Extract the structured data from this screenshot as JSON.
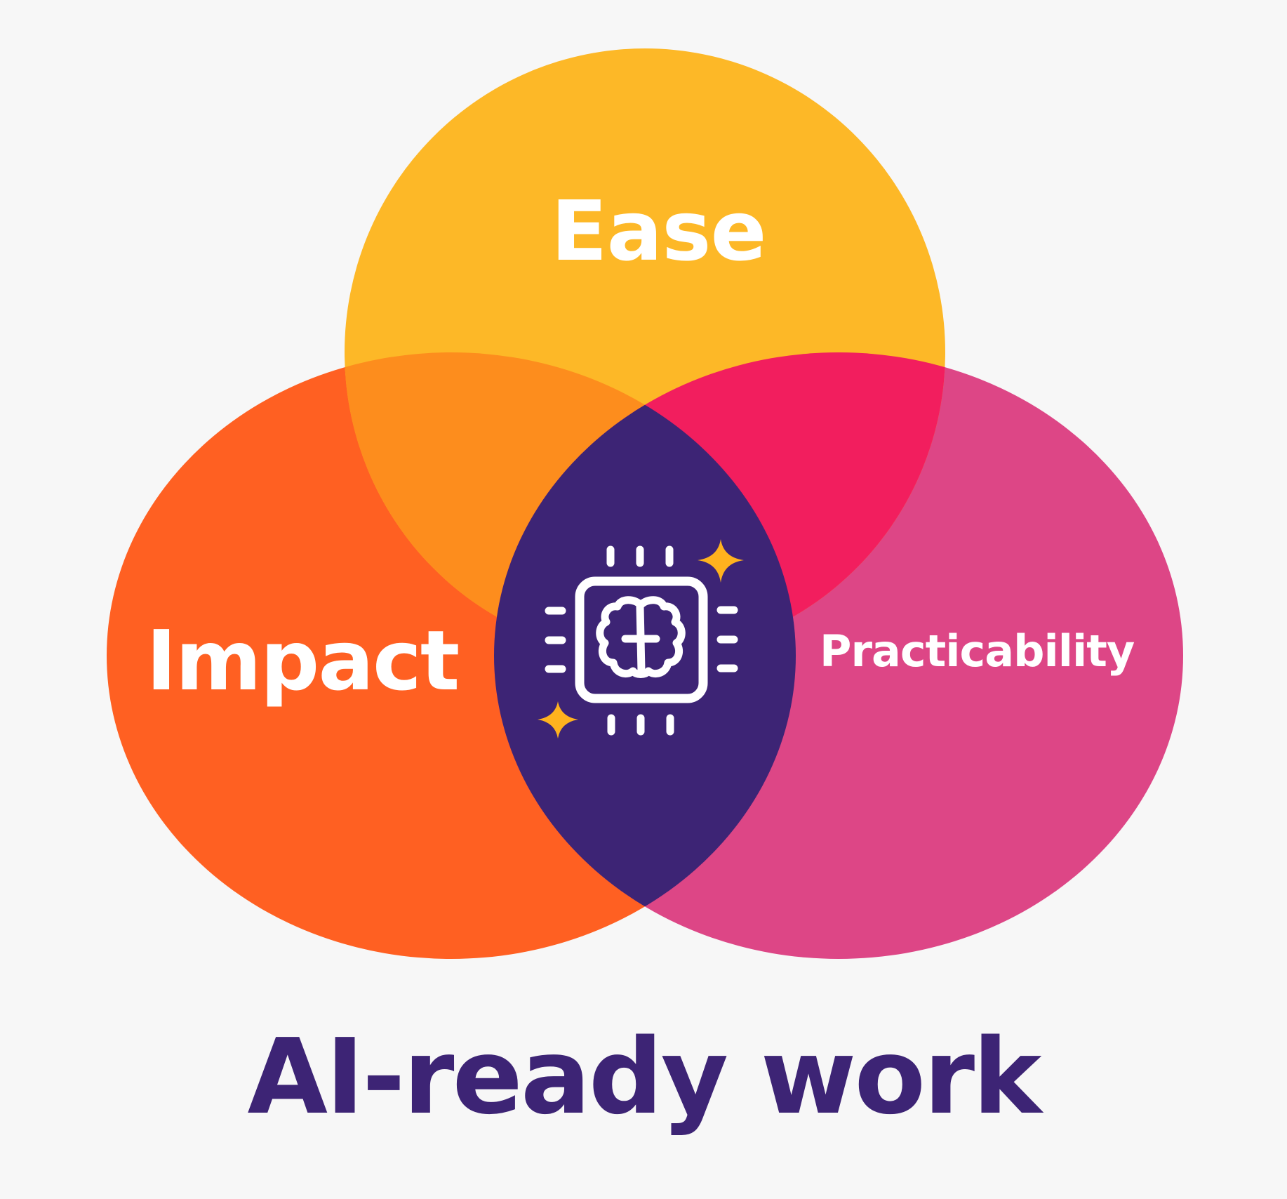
{
  "diagram": {
    "type": "venn",
    "title": "AI-ready work",
    "sets": [
      {
        "id": "ease",
        "label": "Ease",
        "color": "#FDB827"
      },
      {
        "id": "impact",
        "label": "Impact",
        "color": "#FF6022"
      },
      {
        "id": "practicability",
        "label": "Practicability",
        "color": "#DD4686"
      }
    ],
    "overlaps": [
      {
        "sets": [
          "ease",
          "impact"
        ],
        "color": "#FD8D1D"
      },
      {
        "sets": [
          "ease",
          "practicability"
        ],
        "color": "#F21E5E"
      },
      {
        "sets": [
          "impact",
          "practicability"
        ],
        "color": "#3D2475"
      }
    ],
    "center": {
      "icon": "ai-chip-brain-icon",
      "icon_color": "#FFFFFF",
      "sparkle_icon": "sparkle-icon",
      "sparkle_color": "#FFB21E"
    }
  },
  "colors": {
    "background": "#F7F7F7",
    "title": "#3D2475",
    "label_text": "#FFFFFF"
  }
}
